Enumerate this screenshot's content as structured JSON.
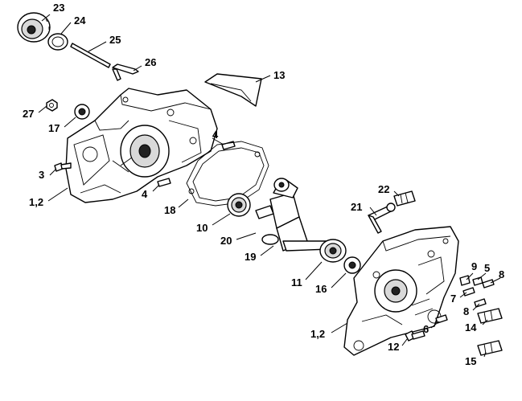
{
  "diagram": {
    "labels": {
      "l23": "23",
      "l24": "24",
      "l25": "25",
      "l26": "26",
      "l13": "13",
      "l27": "27",
      "l17": "17",
      "l4a": "4",
      "l3": "3",
      "l4b": "4",
      "l12a": "1,2",
      "l18": "18",
      "l10": "10",
      "l20": "20",
      "l19": "19",
      "l22": "22",
      "l21": "21",
      "l11": "11",
      "l16": "16",
      "l9": "9",
      "l5": "5",
      "l8a": "8",
      "l7": "7",
      "l8b": "8",
      "l14": "14",
      "l12b": "1,2",
      "l6": "6",
      "l12": "12",
      "l15": "15"
    }
  }
}
